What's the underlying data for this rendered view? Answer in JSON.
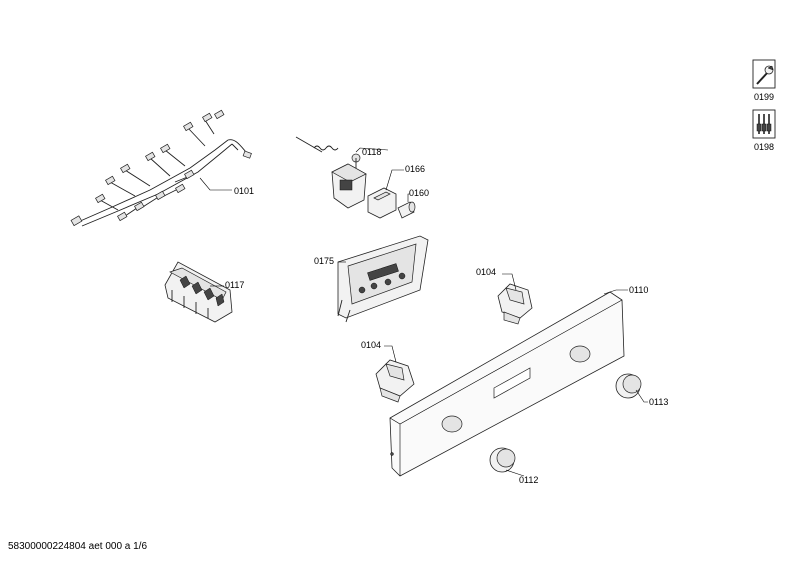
{
  "labels": {
    "p0101": "0101",
    "p0117": "0117",
    "p0118": "0118",
    "p0166": "0166",
    "p0160": "0160",
    "p0175": "0175",
    "p0104a": "0104",
    "p0104b": "0104",
    "p0110": "0110",
    "p0113": "0113",
    "p0112": "0112",
    "p0199": "0199",
    "p0198": "0198"
  },
  "icons": {
    "service_icon": "wrench-icon",
    "tools_icon": "screwdriver-set-icon"
  },
  "footer": "58300000224804 aet 000 a 1/6"
}
